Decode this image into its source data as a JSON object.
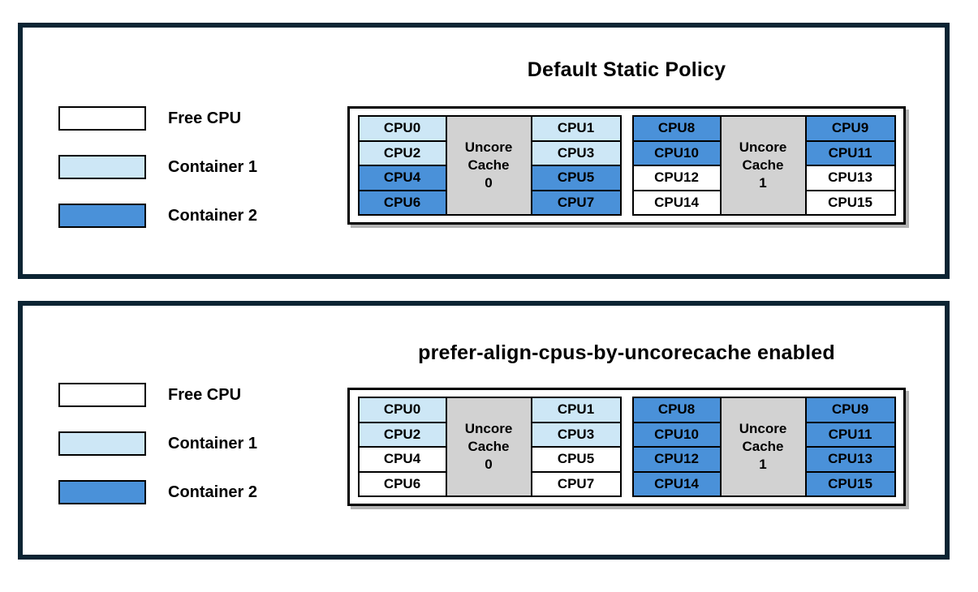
{
  "colors": {
    "free": "#ffffff",
    "container1": "#cde7f6",
    "container2": "#4a91d9",
    "cache": "#d2d2d2",
    "panel_border": "#0c2433",
    "cell_border": "#000000",
    "diagram_shadow": "#b3b3b3"
  },
  "legend": {
    "items": [
      {
        "label": "Free CPU",
        "state": "free"
      },
      {
        "label": "Container 1",
        "state": "container1"
      },
      {
        "label": "Container 2",
        "state": "container2"
      }
    ]
  },
  "panels": [
    {
      "title": "Default Static Policy",
      "groups": [
        {
          "cache": {
            "lines": [
              "Uncore",
              "Cache",
              "0"
            ]
          },
          "left_cpus": [
            {
              "label": "CPU0",
              "state": "container1"
            },
            {
              "label": "CPU2",
              "state": "container1"
            },
            {
              "label": "CPU4",
              "state": "container2"
            },
            {
              "label": "CPU6",
              "state": "container2"
            }
          ],
          "right_cpus": [
            {
              "label": "CPU1",
              "state": "container1"
            },
            {
              "label": "CPU3",
              "state": "container1"
            },
            {
              "label": "CPU5",
              "state": "container2"
            },
            {
              "label": "CPU7",
              "state": "container2"
            }
          ]
        },
        {
          "cache": {
            "lines": [
              "Uncore",
              "Cache",
              "1"
            ]
          },
          "left_cpus": [
            {
              "label": "CPU8",
              "state": "container2"
            },
            {
              "label": "CPU10",
              "state": "container2"
            },
            {
              "label": "CPU12",
              "state": "free"
            },
            {
              "label": "CPU14",
              "state": "free"
            }
          ],
          "right_cpus": [
            {
              "label": "CPU9",
              "state": "container2"
            },
            {
              "label": "CPU11",
              "state": "container2"
            },
            {
              "label": "CPU13",
              "state": "free"
            },
            {
              "label": "CPU15",
              "state": "free"
            }
          ]
        }
      ]
    },
    {
      "title": "prefer-align-cpus-by-uncorecache enabled",
      "groups": [
        {
          "cache": {
            "lines": [
              "Uncore",
              "Cache",
              "0"
            ]
          },
          "left_cpus": [
            {
              "label": "CPU0",
              "state": "container1"
            },
            {
              "label": "CPU2",
              "state": "container1"
            },
            {
              "label": "CPU4",
              "state": "free"
            },
            {
              "label": "CPU6",
              "state": "free"
            }
          ],
          "right_cpus": [
            {
              "label": "CPU1",
              "state": "container1"
            },
            {
              "label": "CPU3",
              "state": "container1"
            },
            {
              "label": "CPU5",
              "state": "free"
            },
            {
              "label": "CPU7",
              "state": "free"
            }
          ]
        },
        {
          "cache": {
            "lines": [
              "Uncore",
              "Cache",
              "1"
            ]
          },
          "left_cpus": [
            {
              "label": "CPU8",
              "state": "container2"
            },
            {
              "label": "CPU10",
              "state": "container2"
            },
            {
              "label": "CPU12",
              "state": "container2"
            },
            {
              "label": "CPU14",
              "state": "container2"
            }
          ],
          "right_cpus": [
            {
              "label": "CPU9",
              "state": "container2"
            },
            {
              "label": "CPU11",
              "state": "container2"
            },
            {
              "label": "CPU13",
              "state": "container2"
            },
            {
              "label": "CPU15",
              "state": "container2"
            }
          ]
        }
      ]
    }
  ]
}
